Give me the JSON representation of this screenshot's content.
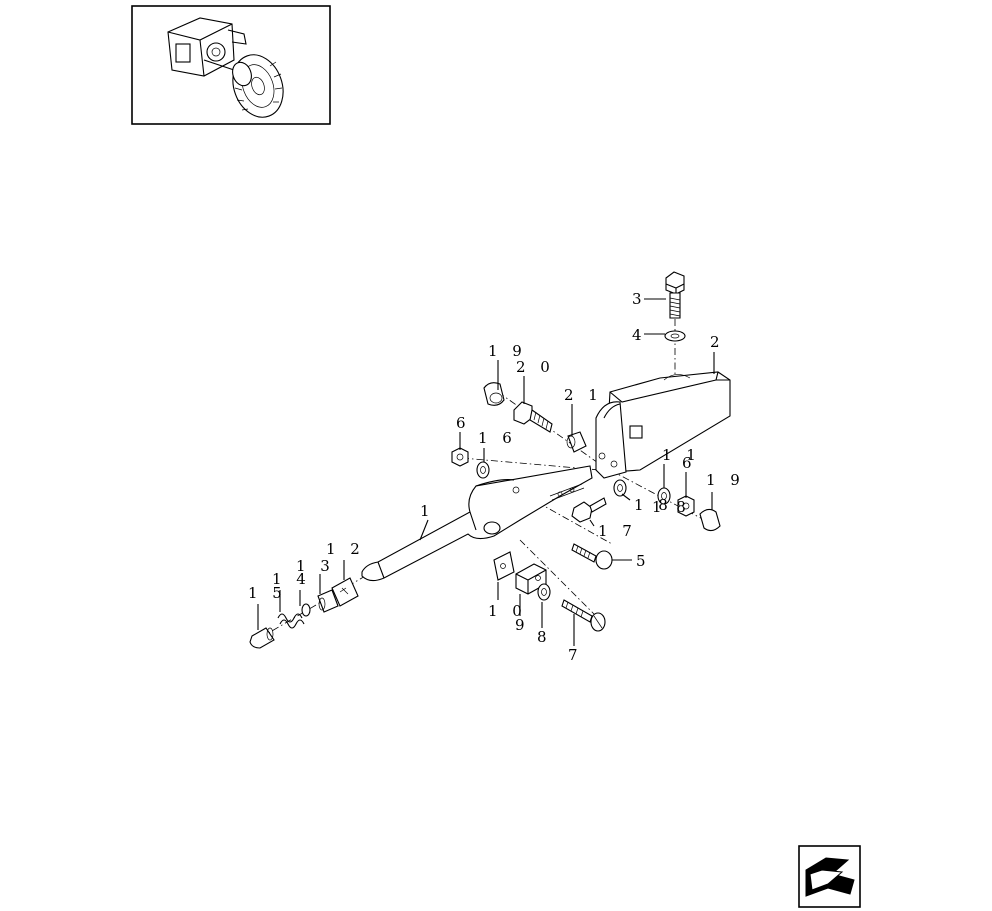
{
  "callouts": {
    "c1": "1",
    "c2": "2",
    "c3": "3",
    "c4": "4",
    "c5": "5",
    "c6a": "6",
    "c6b": "6",
    "c7": "7",
    "c8": "8",
    "c9": "9",
    "c10": "1 0",
    "c11": "1 1",
    "c12": "1 2",
    "c13": "1 3",
    "c14": "1 4",
    "c15": "1 5",
    "c16": "1 6",
    "c17": "1 7",
    "c18a": "1 8",
    "c18b": "1 8",
    "c19a": "1 9",
    "c19b": "1 9",
    "c20": "2 0",
    "c21": "2 1"
  },
  "icons": {
    "thumbnail": "tractor-axle-thumbnail-icon",
    "navigation": "back-arrow-icon"
  }
}
